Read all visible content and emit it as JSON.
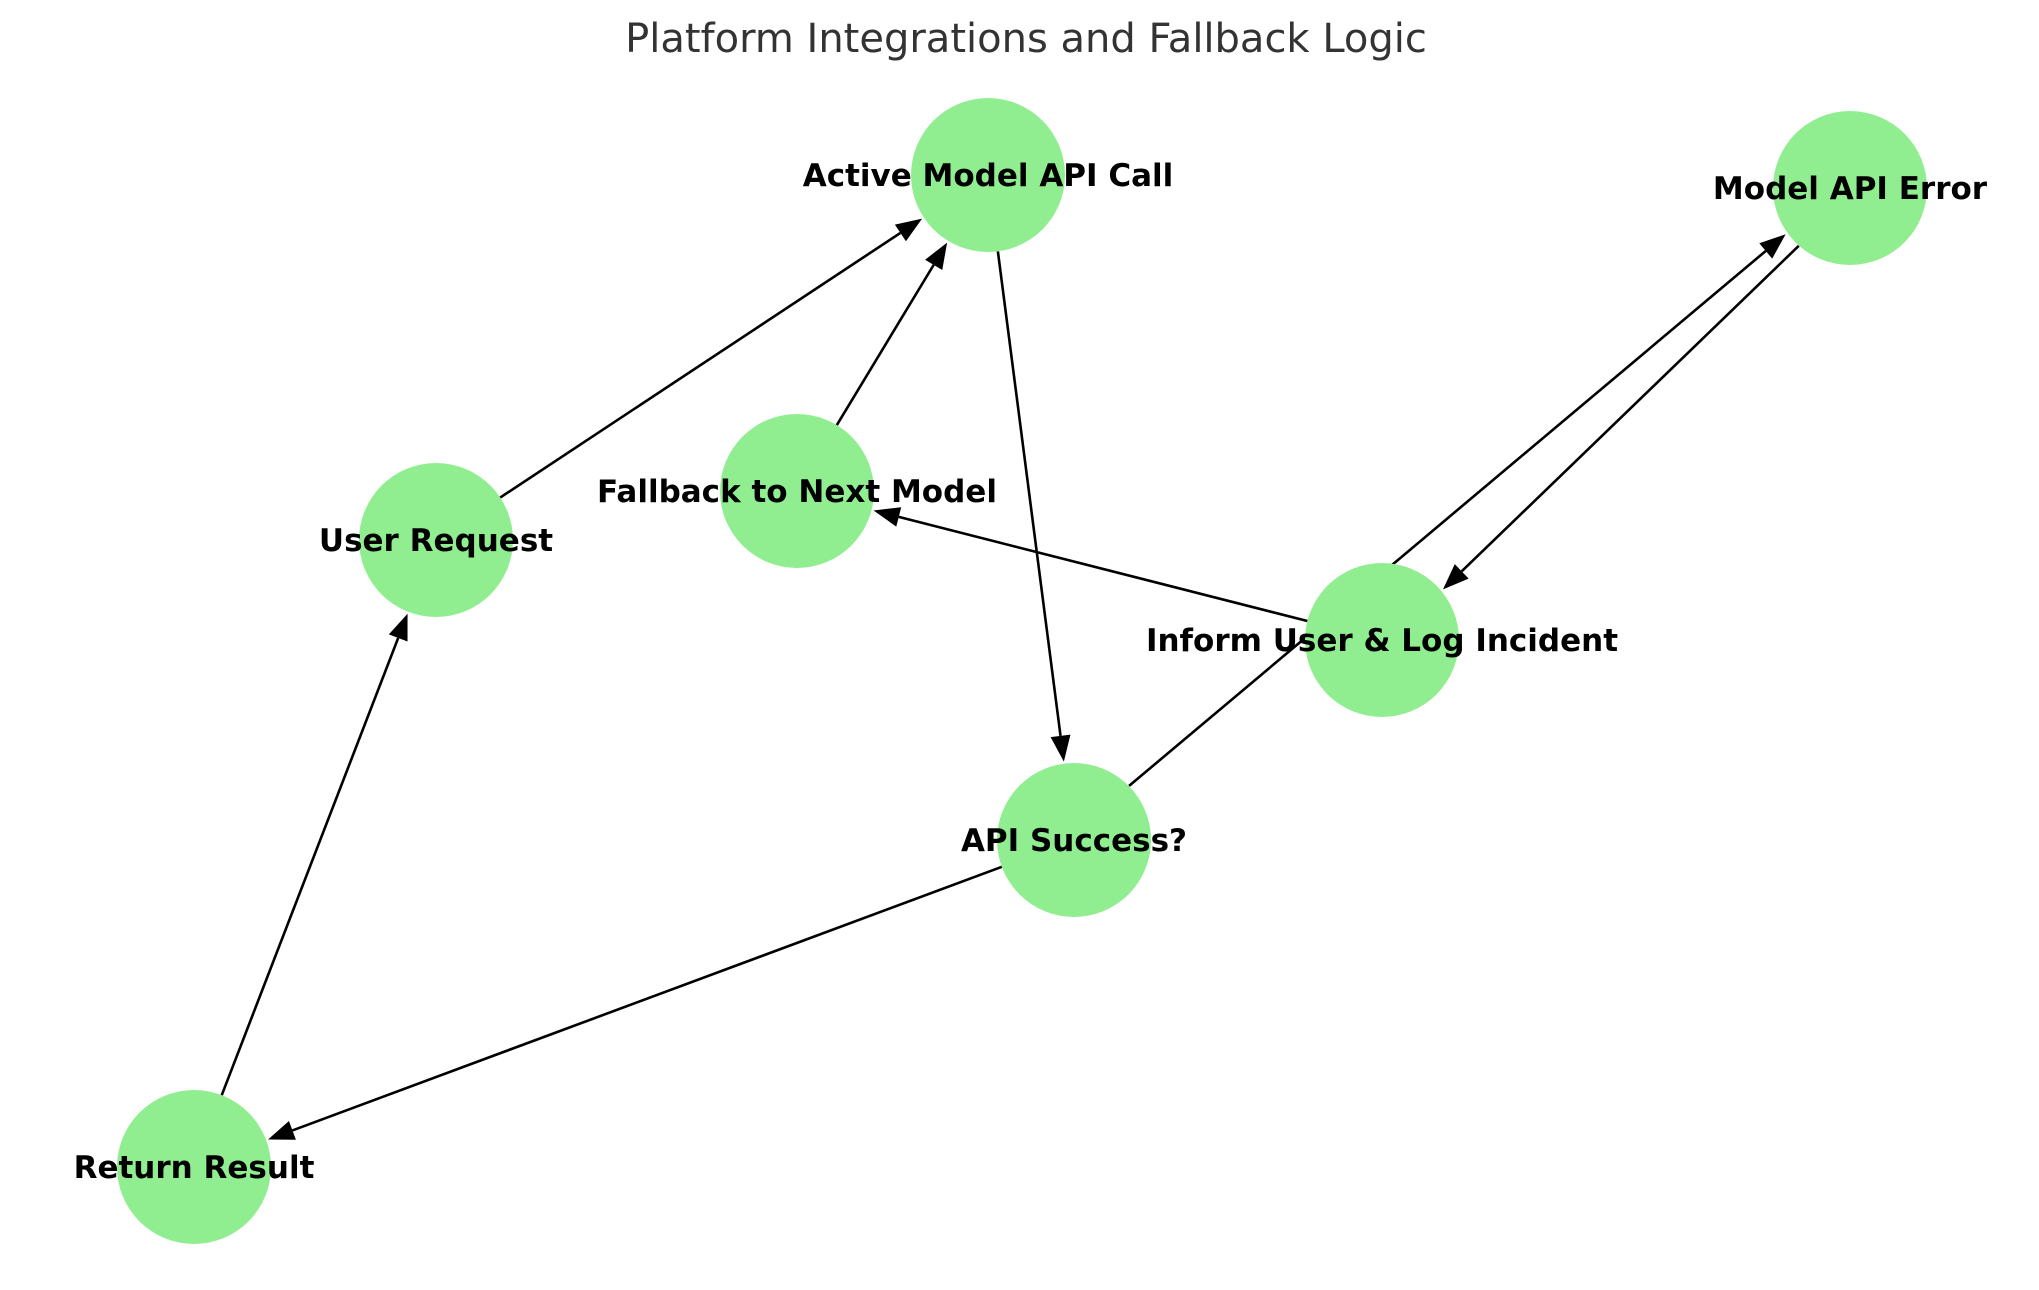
{
  "title": "Platform Integrations and Fallback Logic",
  "style": {
    "node_fill": "#90ee90",
    "edge_color": "#000000",
    "title_color": "#333333"
  },
  "nodes": [
    {
      "id": "user_request",
      "label": "User Request"
    },
    {
      "id": "active_model_api_call",
      "label": "Active Model API Call"
    },
    {
      "id": "api_success",
      "label": "API Success?"
    },
    {
      "id": "return_result",
      "label": "Return Result"
    },
    {
      "id": "model_api_error",
      "label": "Model API Error"
    },
    {
      "id": "inform_user_log_incident",
      "label": "Inform User & Log Incident"
    },
    {
      "id": "fallback_next_model",
      "label": "Fallback to Next Model"
    }
  ],
  "edges": [
    {
      "from": "user_request",
      "to": "active_model_api_call"
    },
    {
      "from": "fallback_next_model",
      "to": "active_model_api_call"
    },
    {
      "from": "active_model_api_call",
      "to": "api_success"
    },
    {
      "from": "api_success",
      "to": "return_result"
    },
    {
      "from": "return_result",
      "to": "user_request"
    },
    {
      "from": "api_success",
      "to": "model_api_error"
    },
    {
      "from": "model_api_error",
      "to": "inform_user_log_incident"
    },
    {
      "from": "inform_user_log_incident",
      "to": "fallback_next_model"
    }
  ]
}
